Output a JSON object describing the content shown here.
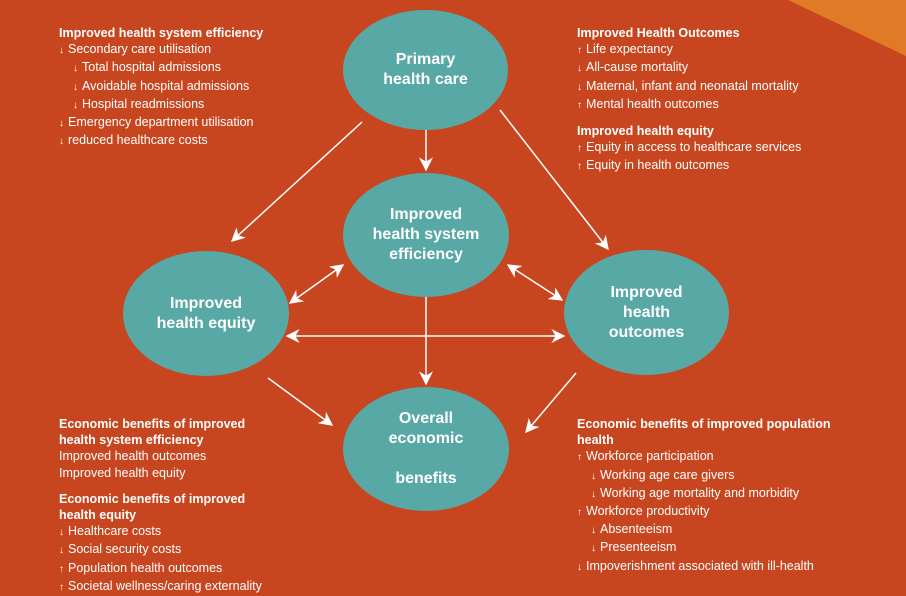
{
  "nodes": {
    "primary": "Primary\nhealth care",
    "efficiency": "Improved\nhealth system\nefficiency",
    "equity": "Improved\nhealth equity",
    "outcomes": "Improved\nhealth\noutcomes",
    "economic": "Overall\neconomic\n\nbenefits"
  },
  "top_left": {
    "heading": "Improved health system efficiency",
    "items": [
      {
        "dir": "↓",
        "text": "Secondary care utilisation"
      },
      {
        "dir": "↓",
        "text": "Total hospital admissions"
      },
      {
        "dir": "↓",
        "text": "Avoidable hospital admissions"
      },
      {
        "dir": "↓",
        "text": "Hospital readmissions"
      },
      {
        "dir": "↓",
        "text": "Emergency department utilisation"
      },
      {
        "dir": "↓",
        "text": "reduced healthcare costs"
      }
    ]
  },
  "top_right": {
    "heading1": "Improved Health Outcomes",
    "items1": [
      {
        "dir": "↑",
        "text": "Life expectancy"
      },
      {
        "dir": "↓",
        "text": "All-cause mortality"
      },
      {
        "dir": "↓",
        "text": "Maternal, infant and neonatal mortality"
      },
      {
        "dir": "↑",
        "text": "Mental health outcomes"
      }
    ],
    "heading2": "Improved health equity",
    "items2": [
      {
        "dir": "↑",
        "text": "Equity in access to healthcare services"
      },
      {
        "dir": "↑",
        "text": "Equity in health outcomes"
      }
    ]
  },
  "bottom_left": {
    "heading1a": "Economic benefits of improved",
    "heading1b": "health system efficiency",
    "plain1": "Improved health outcomes",
    "plain2": "Improved health equity",
    "heading2a": "Economic benefits of improved",
    "heading2b": "health equity",
    "items": [
      {
        "dir": "↓",
        "text": "Healthcare costs"
      },
      {
        "dir": "↓",
        "text": "Social security costs"
      },
      {
        "dir": "↑",
        "text": "Population health outcomes"
      },
      {
        "dir": "↑",
        "text": "Societal wellness/caring externality"
      }
    ]
  },
  "bottom_right": {
    "heading_a": "Economic benefits of improved population",
    "heading_b": "health",
    "items": [
      {
        "dir": "↑",
        "text": "Workforce participation"
      },
      {
        "dir": "↓",
        "text": "Working age care givers"
      },
      {
        "dir": "↓",
        "text": "Working age mortality and morbidity"
      },
      {
        "dir": "↑",
        "text": "Workforce productivity"
      },
      {
        "dir": "↓",
        "text": "Absenteeism"
      },
      {
        "dir": "↓",
        "text": "Presenteeism"
      },
      {
        "dir": "↓",
        "text": "Impoverishment associated with ill-health"
      }
    ]
  },
  "colors": {
    "background": "#c8461f",
    "node_fill": "#58a8a5",
    "corner_accent": "#e07a26",
    "text": "#ffffff"
  }
}
